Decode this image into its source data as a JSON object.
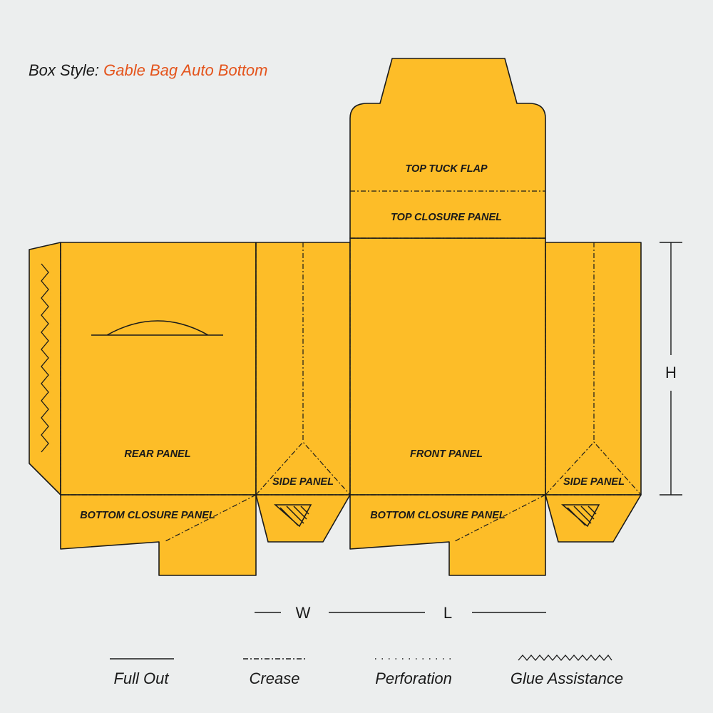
{
  "title": {
    "prefix": "Box Style:",
    "style_name": "Gable Bag Auto Bottom"
  },
  "panels": {
    "top_tuck_flap": "TOP TUCK FLAP",
    "top_closure_panel": "TOP CLOSURE PANEL",
    "rear_panel": "REAR PANEL",
    "front_panel": "FRONT PANEL",
    "side_panel_left": "SIDE PANEL",
    "side_panel_right": "SIDE PANEL",
    "bottom_closure_left": "BOTTOM CLOSURE PANEL",
    "bottom_closure_right": "BOTTOM CLOSURE PANEL"
  },
  "dimensions": {
    "height": "H",
    "width": "W",
    "length": "L"
  },
  "legend": [
    {
      "label": "Full Out",
      "icon": "solid-line-icon"
    },
    {
      "label": "Crease",
      "icon": "dash-dot-line-icon"
    },
    {
      "label": "Perforation",
      "icon": "dotted-line-icon"
    },
    {
      "label": "Glue Assistance",
      "icon": "zigzag-line-icon"
    }
  ],
  "colors": {
    "panel": "#fdbd28",
    "accent": "#e4541c",
    "line": "#1a1a1a",
    "background": "#eceeee"
  }
}
